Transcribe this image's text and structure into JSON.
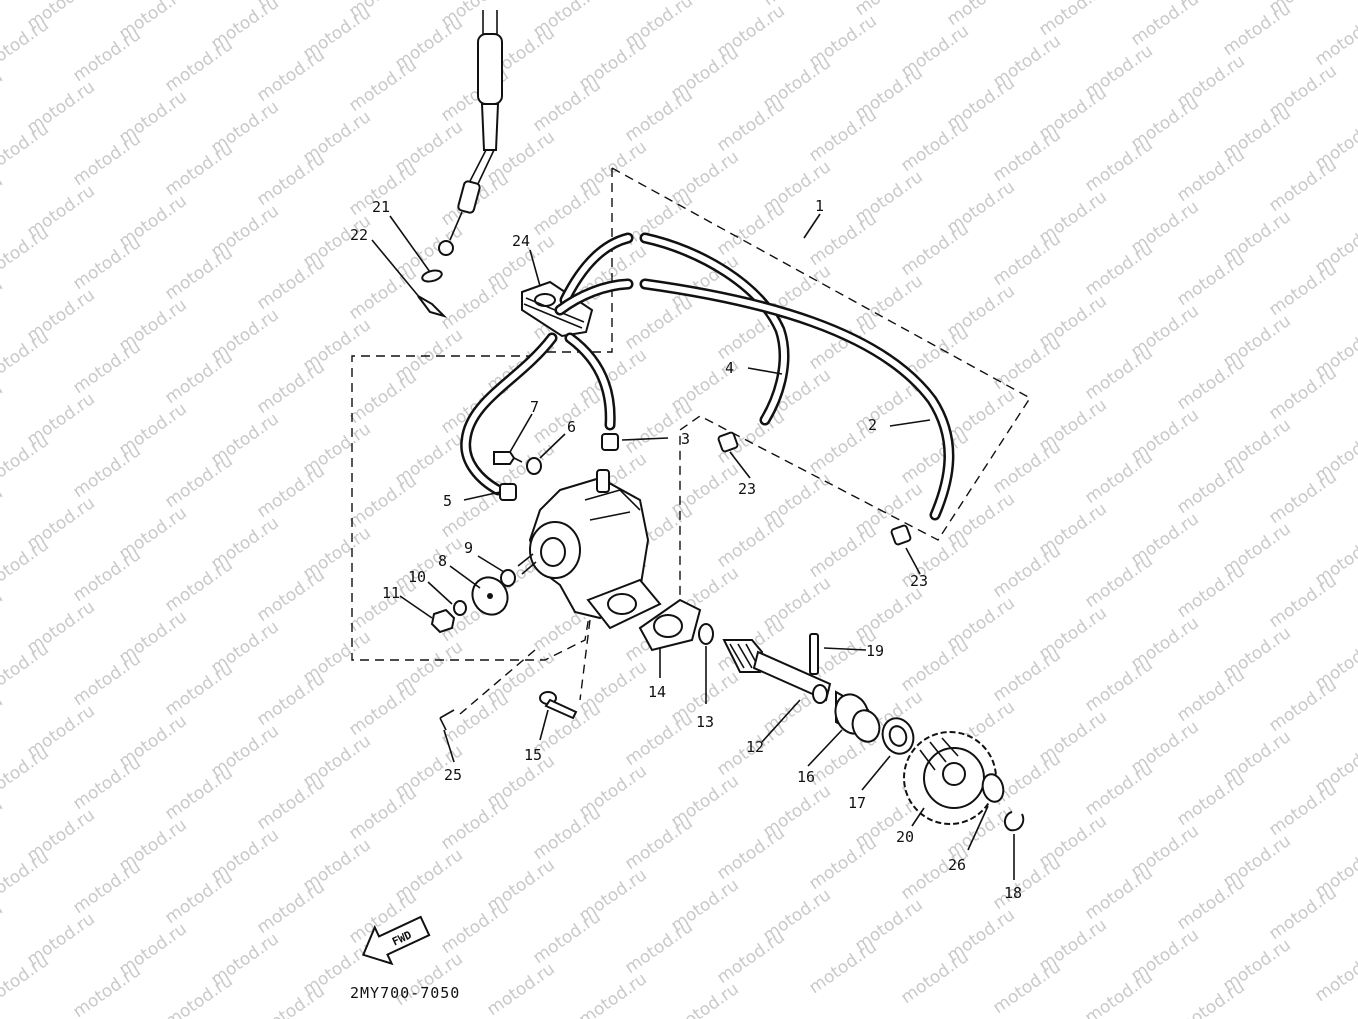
{
  "diagram": {
    "watermark_text": "motod.ru",
    "drawing_code": "2MY700-7050",
    "fwd_label": "FWD",
    "part_labels": {
      "p1": "1",
      "p2": "2",
      "p3": "3",
      "p4": "4",
      "p5": "5",
      "p6": "6",
      "p7": "7",
      "p8": "8",
      "p9": "9",
      "p10": "10",
      "p11": "11",
      "p12": "12",
      "p13": "13",
      "p14": "14",
      "p15": "15",
      "p16": "16",
      "p17": "17",
      "p18": "18",
      "p19": "19",
      "p20": "20",
      "p21": "21",
      "p22": "22",
      "p23a": "23",
      "p23b": "23",
      "p24": "24",
      "p25": "25",
      "p26": "26"
    }
  }
}
